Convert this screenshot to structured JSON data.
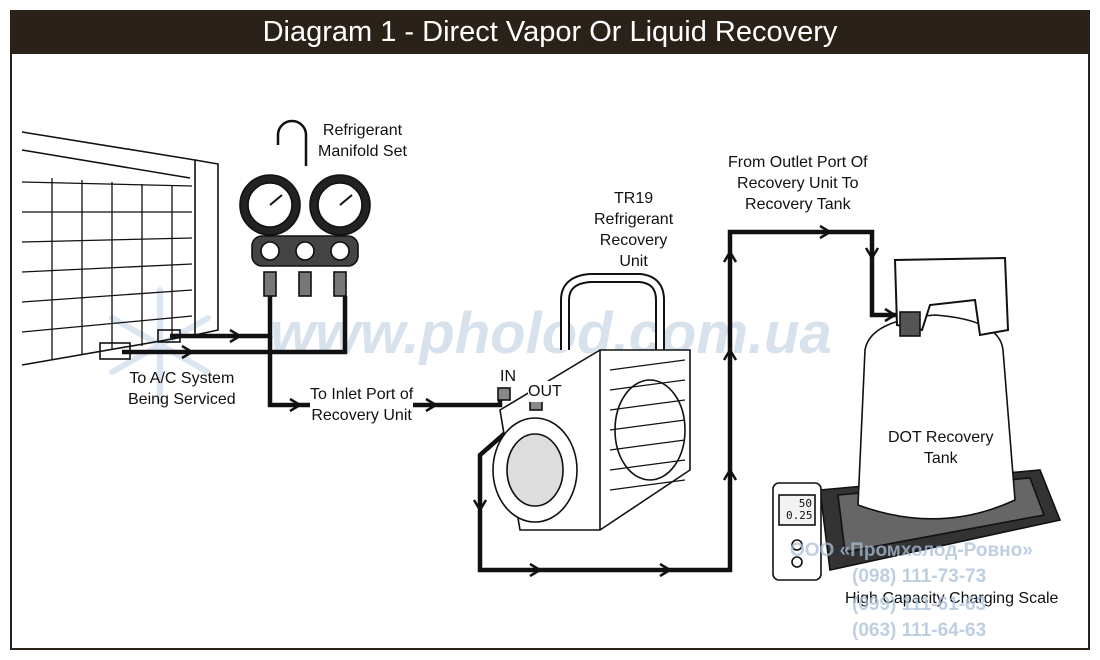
{
  "title": "Diagram 1 - Direct Vapor Or Liquid Recovery",
  "labels": {
    "manifold": [
      "Refrigerant",
      "Manifold Set"
    ],
    "recovery_unit": [
      "TR19",
      "Refrigerant",
      "Recovery",
      "Unit"
    ],
    "outlet": [
      "From Outlet Port Of",
      "Recovery Unit To",
      "Recovery Tank"
    ],
    "ac_system": [
      "To A/C System",
      "Being Serviced"
    ],
    "inlet": [
      "To Inlet Port of",
      "Recovery Unit"
    ],
    "port_in": "IN",
    "port_out": "OUT",
    "tank": [
      "DOT Recovery",
      "Tank"
    ],
    "scale": "High Capacity Charging Scale",
    "scale_display": [
      "50",
      "0.25"
    ]
  },
  "watermark": {
    "site": "www.pholod.com.ua",
    "company": "ООО «Промхолод-Ровно»",
    "phones": [
      "(098) 111-73-73",
      "(099) 111-61-63",
      "(063) 111-64-63"
    ]
  },
  "colors": {
    "title_bar": "#2a2218",
    "line": "#111111",
    "watermark": "#a9bfd8"
  }
}
